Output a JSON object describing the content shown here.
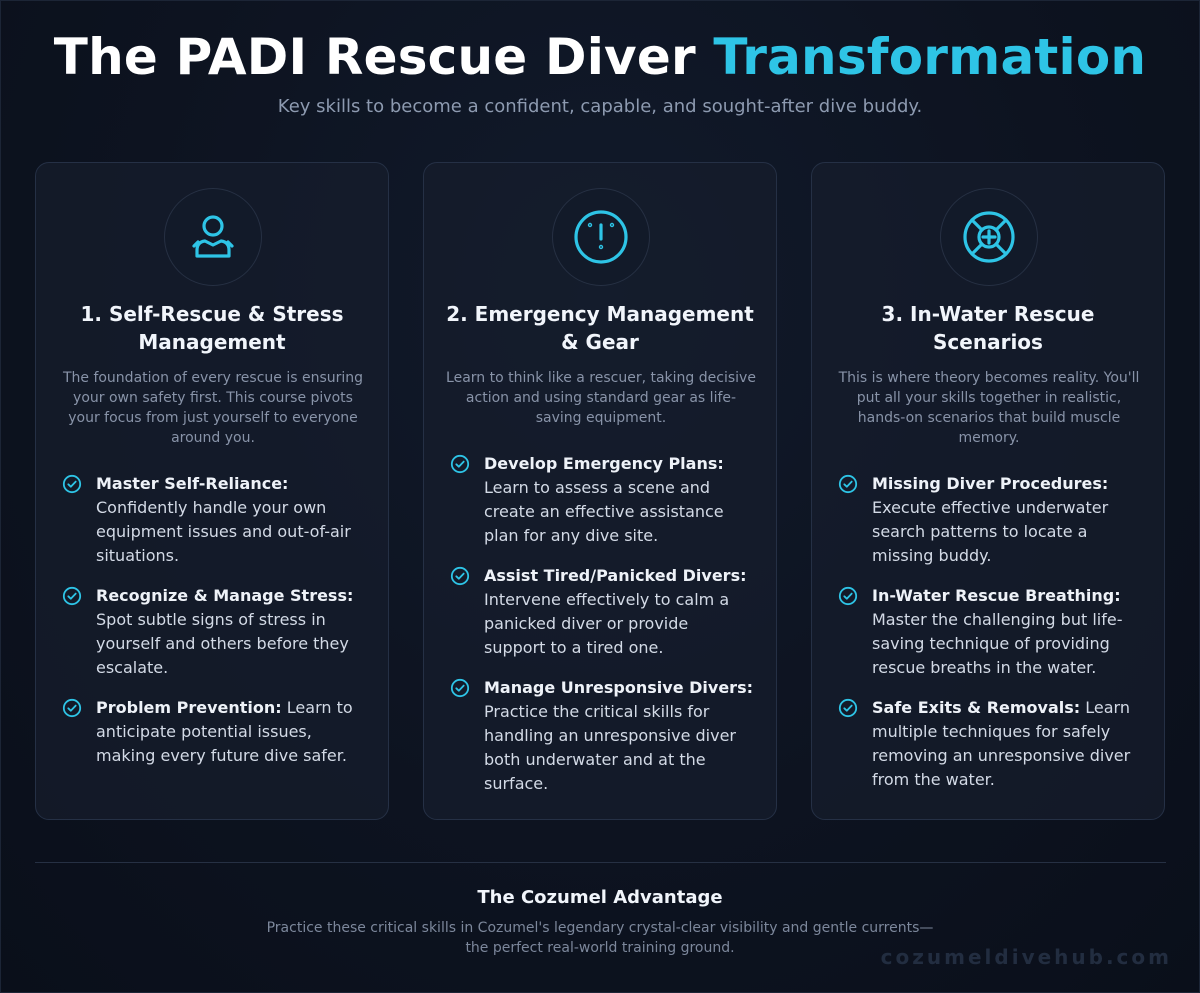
{
  "header": {
    "title_main": "The PADI Rescue Diver ",
    "title_accent": "Transformation",
    "subtitle": "Key skills to become a confident, capable, and sought-after dive buddy."
  },
  "colors": {
    "accent": "#2ec4e6",
    "background": "#0d1320",
    "card_border": "#253045"
  },
  "cards": [
    {
      "icon": "person-icon",
      "title": "1. Self-Rescue & Stress Management",
      "description": "The foundation of every rescue is ensuring your own safety first. This course pivots your focus from just yourself to everyone around you.",
      "items": [
        {
          "label": "Master Self-Reliance:",
          "text": "Confidently handle your own equipment issues and out-of-air situations."
        },
        {
          "label": "Recognize & Manage Stress:",
          "text": "Spot subtle signs of stress in yourself and others before they escalate."
        },
        {
          "label": "Problem Prevention:",
          "text": "Learn to anticipate potential issues, making every future dive safer."
        }
      ]
    },
    {
      "icon": "alert-icon",
      "title": "2. Emergency Management & Gear",
      "description": "Learn to think like a rescuer, taking decisive action and using standard gear as life-saving equipment.",
      "items": [
        {
          "label": "Develop Emergency Plans:",
          "text": "Learn to assess a scene and create an effective assistance plan for any dive site."
        },
        {
          "label": "Assist Tired/Panicked Divers:",
          "text": "Intervene effectively to calm a panicked diver or provide support to a tired one."
        },
        {
          "label": "Manage Unresponsive Divers:",
          "text": "Practice the critical skills for handling an unresponsive diver both underwater and at the surface."
        }
      ]
    },
    {
      "icon": "lifebuoy-icon",
      "title": "3. In-Water Rescue Scenarios",
      "description": "This is where theory becomes reality. You'll put all your skills together in realistic, hands-on scenarios that build muscle memory.",
      "items": [
        {
          "label": "Missing Diver Procedures:",
          "text": "Execute effective underwater search patterns to locate a missing buddy."
        },
        {
          "label": "In-Water Rescue Breathing:",
          "text": "Master the challenging but life-saving technique of providing rescue breaths in the water."
        },
        {
          "label": "Safe Exits & Removals:",
          "text": "Learn multiple techniques for safely removing an unresponsive diver from the water."
        }
      ]
    }
  ],
  "footer": {
    "title": "The Cozumel Advantage",
    "text": "Practice these critical skills in Cozumel's legendary crystal-clear visibility and gentle currents—the perfect real-world training ground.",
    "watermark": "cozumeldivehub.com"
  }
}
